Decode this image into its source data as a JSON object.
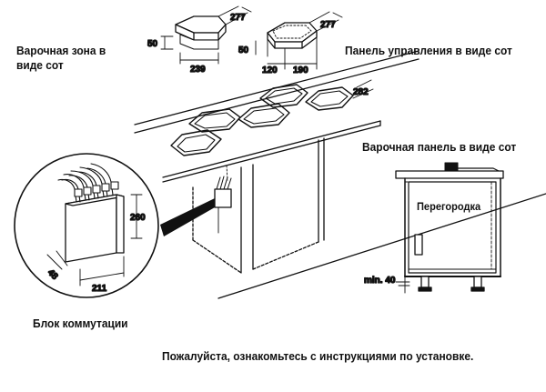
{
  "labels": {
    "hob_zone_line1": "Варочная зона в",
    "hob_zone_line2": "виде сот",
    "control_panel": "Панель управления в виде сот",
    "hob_panel": "Варочная панель в виде сот",
    "partition": "Перегородка",
    "switch_block": "Блок коммутации",
    "instruction": "Пожалуйста, ознакомьтесь с инструкциями по установке."
  },
  "dimensions": {
    "zone_width": "277",
    "zone_height": "50",
    "zone_depth": "239",
    "panel_width": "277",
    "panel_height": "50",
    "panel_offset": "120",
    "panel_depth": "190",
    "worktop_depth": "282",
    "block_height": "260",
    "block_width": "211",
    "block_depth": "48",
    "min_gap": "min. 40"
  }
}
